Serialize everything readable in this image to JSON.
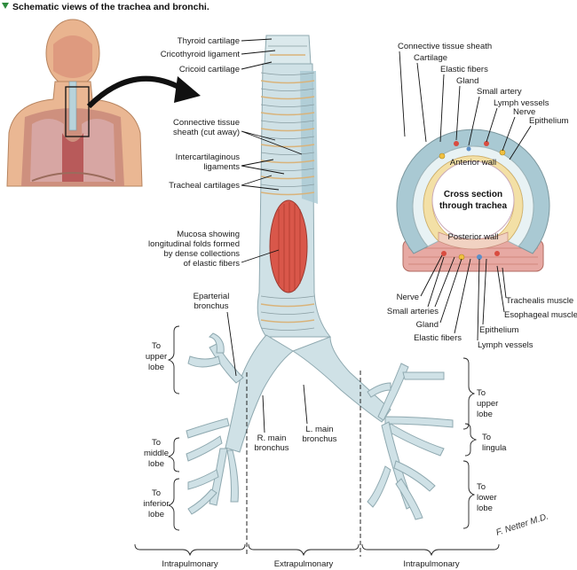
{
  "title": "Schematic views of the trachea and bronchi.",
  "colors": {
    "title_marker": "#2e8b3e",
    "cartilage": "#cfe1e6",
    "mucosa": "#d9574a",
    "sheath": "#a9c9d3"
  },
  "trachea_labels": {
    "thyroid_cartilage": "Thyroid cartilage",
    "cricothyroid_ligament": "Cricothyroid ligament",
    "cricoid_cartilage": "Cricoid cartilage",
    "sheath_line1": "Connective tissue",
    "sheath_line2": "sheath (cut away)",
    "intercart_line1": "Intercartilaginous",
    "intercart_line2": "ligaments",
    "tracheal_cartilages": "Tracheal cartilages",
    "mucosa_line1": "Mucosa showing",
    "mucosa_line2": "longitudinal folds formed",
    "mucosa_line3": "by dense collections",
    "mucosa_line4": "of elastic fibers"
  },
  "bronchi_labels": {
    "eparterial_line1": "Eparterial",
    "eparterial_line2": "bronchus",
    "r_main_line1": "R. main",
    "r_main_line2": "bronchus",
    "l_main_line1": "L. main",
    "l_main_line2": "bronchus"
  },
  "lobes_right": {
    "upper_line1": "To",
    "upper_line2": "upper",
    "upper_line3": "lobe",
    "middle_line1": "To",
    "middle_line2": "middle",
    "middle_line3": "lobe",
    "inferior_line1": "To",
    "inferior_line2": "inferior",
    "inferior_line3": "lobe"
  },
  "lobes_left": {
    "upper_line1": "To",
    "upper_line2": "upper",
    "upper_line3": "lobe",
    "lingula_line1": "To",
    "lingula_line2": "lingula",
    "lower_line1": "To",
    "lower_line2": "lower",
    "lower_line3": "lobe"
  },
  "regions": {
    "intra_left": "Intrapulmonary",
    "extra": "Extrapulmonary",
    "intra_right": "Intrapulmonary"
  },
  "cross_section": {
    "top_sheath": "Connective tissue sheath",
    "top_cartilage": "Cartilage",
    "top_elastic": "Elastic fibers",
    "top_gland": "Gland",
    "top_small_artery": "Small artery",
    "top_lymph": "Lymph vessels",
    "top_nerve": "Nerve",
    "top_epithelium": "Epithelium",
    "anterior_wall": "Anterior wall",
    "center_line1": "Cross section",
    "center_line2": "through trachea",
    "posterior_wall": "Posterior wall",
    "bot_nerve": "Nerve",
    "bot_small_arteries": "Small arteries",
    "bot_gland": "Gland",
    "bot_elastic": "Elastic fibers",
    "bot_lymph": "Lymph vessels",
    "bot_epithelium": "Epithelium",
    "bot_trachealis": "Trachealis muscle",
    "bot_esophageal": "Esophageal muscle"
  },
  "signature": "F. Netter M.D."
}
